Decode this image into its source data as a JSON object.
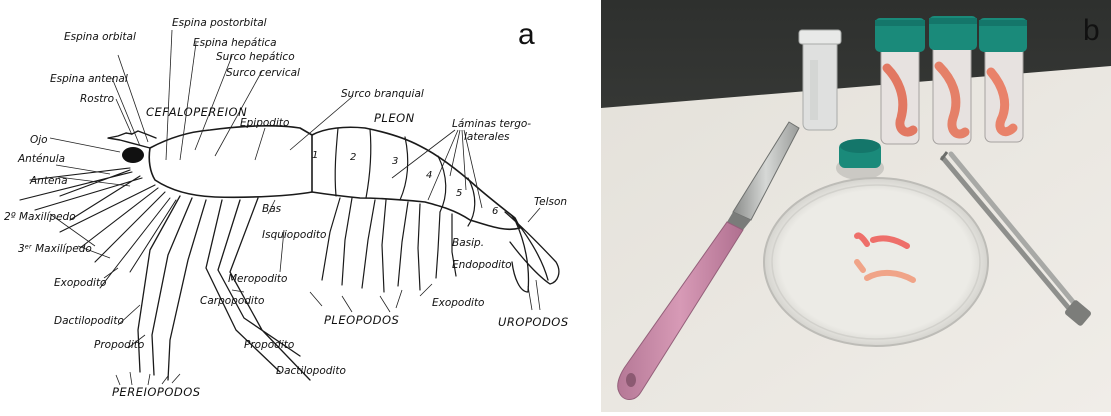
{
  "panel_a": {
    "letter": "a",
    "labels": {
      "espina_postorbital": "Espina postorbital",
      "espina_orbital": "Espina orbital",
      "espina_hepatica": "Espina hepática",
      "surco_hepatico": "Surco hepático",
      "surco_cervical": "Surco cervical",
      "espina_antenal": "Espina antenal",
      "rostro": "Rostro",
      "cefalopereion": "CEFALOPEREION",
      "epipodito": "Epipodito",
      "surco_branquial": "Surco branquial",
      "pleon": "PLEON",
      "laminas_tergo": "Láminas tergo-",
      "laterales": "laterales",
      "ojo": "Ojo",
      "antenula": "Anténula",
      "antena": "Antena",
      "maxilipedo_2": "2º Maxilípedo",
      "maxilipedo_3": "3ᵉʳ Maxilípedo",
      "bas": "Bas",
      "isquiopodito": "Isquiopodito",
      "meropodito": "Meropodito",
      "carpopodito": "Carpopodito",
      "exopodito_left": "Exopodito",
      "dactilopodito_left": "Dactilopodito",
      "propodito_left": "Propodito",
      "pereiopodos": "PEREIOPODOS",
      "propodito_bottom": "Propodito",
      "dactilopodito_bottom": "Dactilopodito",
      "pleopodos": "PLEOPODOS",
      "basip": "Basip.",
      "endopodito": "Endopodito",
      "exopodito_right": "Exopodito",
      "telson": "Telson",
      "uropodos": "UROPODOS",
      "seg_1": "1",
      "seg_2": "2",
      "seg_3": "3",
      "seg_4": "4",
      "seg_5": "5",
      "seg_6": "6"
    }
  },
  "panel_b": {
    "letter": "b"
  },
  "colors": {
    "cap_green": "#1a8a7a",
    "knife_handle": "#c98aa8",
    "shrimp": "#e88870",
    "table": "#ebe8e2",
    "background": "#3a3d3a"
  }
}
